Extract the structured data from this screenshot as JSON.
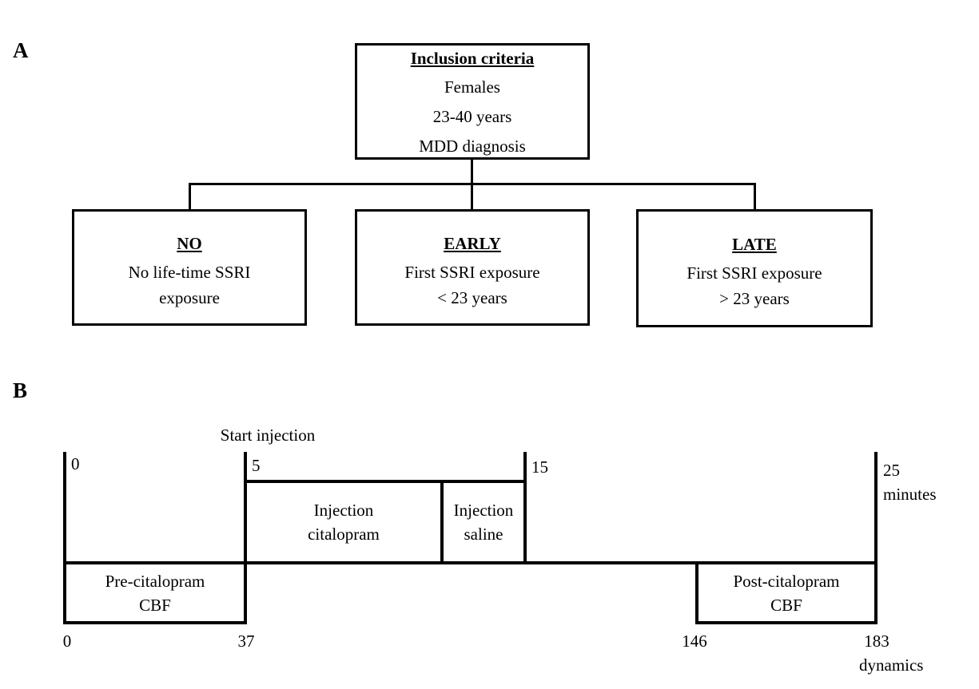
{
  "colors": {
    "ink": "#000000",
    "background": "#ffffff"
  },
  "panel_a": {
    "label": "A",
    "root_box": {
      "title": "Inclusion criteria",
      "lines": [
        "Females",
        "23-40 years",
        "MDD diagnosis"
      ]
    },
    "branches": [
      {
        "title": "NO",
        "line1": "No life-time SSRI",
        "line2": "exposure"
      },
      {
        "title": "EARLY",
        "line1": "First SSRI exposure",
        "line2": "< 23 years"
      },
      {
        "title": "LATE",
        "line1": "First SSRI exposure",
        "line2": "> 23 years"
      }
    ]
  },
  "panel_b": {
    "label": "B",
    "start_injection_label": "Start injection",
    "minutes_scale": {
      "ticks": [
        "0",
        "5",
        "15",
        "25"
      ],
      "unit": "minutes"
    },
    "injection_citalopram_box": {
      "line1": "Injection",
      "line2": "citalopram"
    },
    "injection_saline_box": {
      "line1": "Injection",
      "line2": "saline"
    },
    "pre_cbf_box": {
      "line1": "Pre-citalopram",
      "line2": "CBF"
    },
    "post_cbf_box": {
      "line1": "Post-citalopram",
      "line2": "CBF"
    },
    "dynamics_scale": {
      "ticks": [
        "0",
        "37",
        "146",
        "183"
      ],
      "unit": "dynamics"
    }
  }
}
